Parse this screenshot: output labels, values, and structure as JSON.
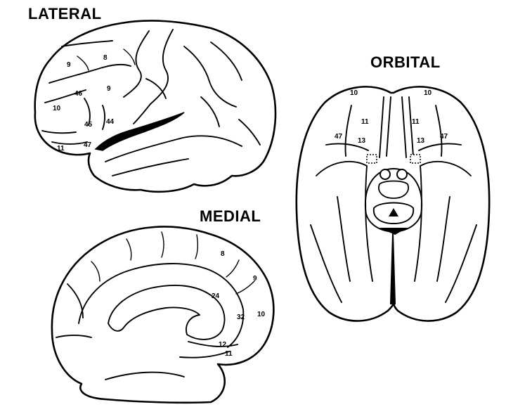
{
  "views": {
    "lateral": {
      "title": "LATERAL",
      "areas": [
        "9",
        "8",
        "46",
        "9",
        "10",
        "45",
        "44",
        "47",
        "11"
      ]
    },
    "orbital": {
      "title": "ORBITAL",
      "areas": [
        "10",
        "10",
        "11",
        "11",
        "47",
        "13",
        "13",
        "47"
      ]
    },
    "medial": {
      "title": "MEDIAL",
      "areas": [
        "8",
        "9",
        "24",
        "32",
        "10",
        "12",
        "11"
      ]
    }
  },
  "colors": {
    "ink": "#000000",
    "paper": "#ffffff"
  }
}
